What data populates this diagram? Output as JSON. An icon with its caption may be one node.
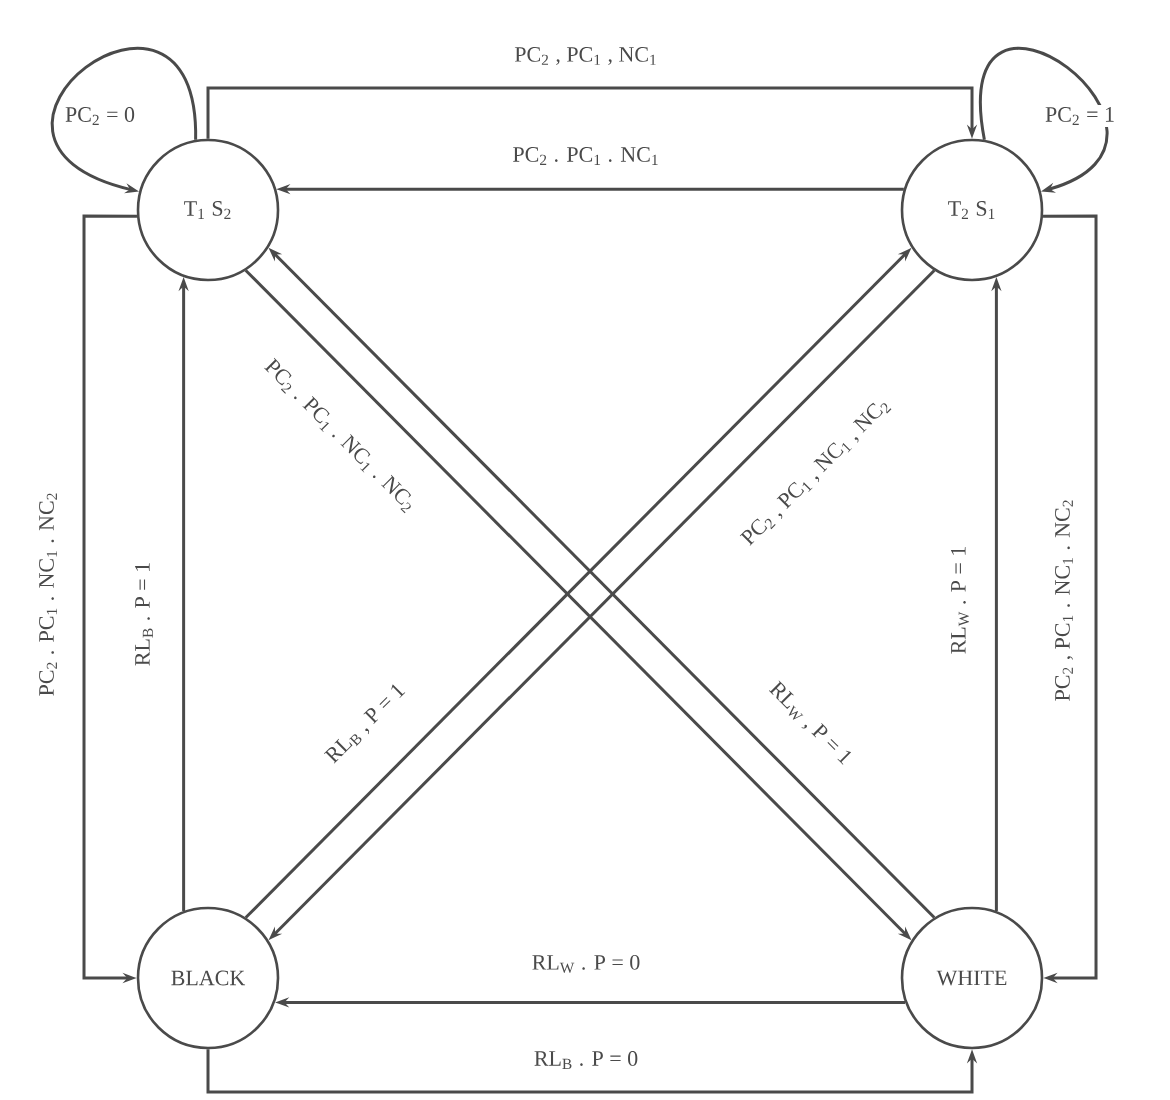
{
  "diagram": {
    "nodes": [
      {
        "text": [
          "T$_{1}$ S$_{2}$"
        ]
      },
      {
        "text": [
          "T$_{2}$ S$_{1}$"
        ]
      },
      {
        "text": [
          "BLACK"
        ]
      },
      {
        "text": [
          "WHITE"
        ]
      }
    ],
    "edges": [
      {
        "from": 0,
        "to": 0,
        "arrow": "to",
        "label": "PC$_{2}$ = 0"
      },
      {
        "from": 1,
        "to": 1,
        "arrow": "to",
        "label": "PC$_{2}$ = 1"
      },
      {
        "from": 0,
        "to": 1,
        "arrow": "to",
        "label": "PC$_{2}$ , PC$_{1}$ , NC$_{1}$"
      },
      {
        "from": 1,
        "to": 0,
        "arrow": "to",
        "label": "PC$_{2}$ . PC$_{1}$ . NC$_{1}$"
      },
      {
        "from": 0,
        "to": 2,
        "arrow": "to",
        "label": "PC$_{2}$ . PC$_{1}$ . NC$_{1}$ . NC$_{2}$"
      },
      {
        "from": 2,
        "to": 0,
        "arrow": "to",
        "label": "RL$_{B}$ . P = 1"
      },
      {
        "from": 0,
        "to": 3,
        "arrow": "to",
        "label": "PC$_{2}$ . PC$_{1}$ . NC$_{1}$ . NC$_{2}$"
      },
      {
        "from": 3,
        "to": 0,
        "arrow": "to",
        "label": "RL$_{W}$ , P = 1"
      },
      {
        "from": 2,
        "to": 1,
        "arrow": "to",
        "label": "RL$_{B}$ , P = 1"
      },
      {
        "from": 1,
        "to": 2,
        "arrow": "to",
        "label": "PC$_{2}$ , PC$_{1}$ , NC$_{1}$ , NC$_{2}$"
      },
      {
        "from": 1,
        "to": 3,
        "arrow": "to",
        "label": "PC$_{2}$ , PC$_{1}$ . NC$_{1}$ . NC$_{2}$"
      },
      {
        "from": 3,
        "to": 1,
        "arrow": "to",
        "label": "RL$_{W}$ . P = 1"
      },
      {
        "from": 3,
        "to": 2,
        "arrow": "to",
        "label": "RL$_{W}$ . P = 0"
      },
      {
        "from": 2,
        "to": 3,
        "arrow": "to",
        "label": "RL$_{B}$ . P = 0"
      }
    ]
  }
}
